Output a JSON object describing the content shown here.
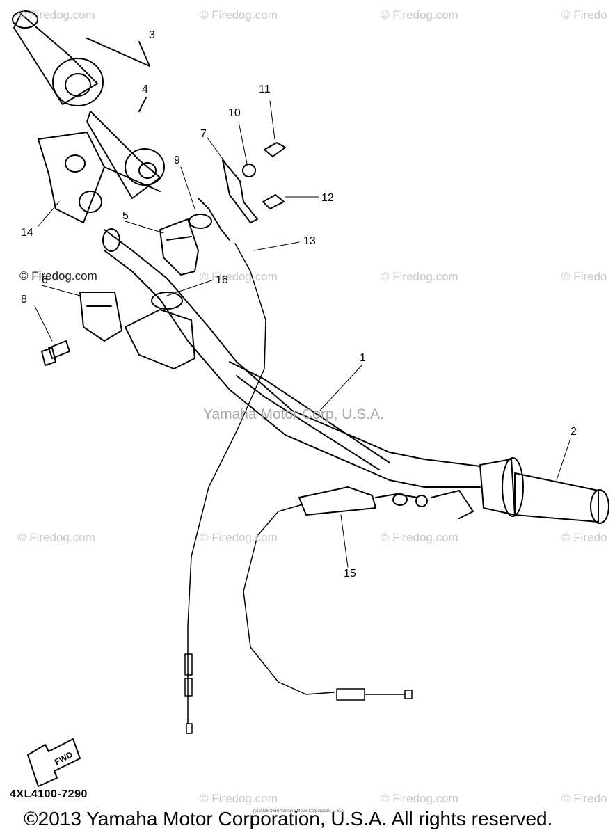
{
  "watermark": "© Firedog.com",
  "watermark_short": "© Firedo",
  "watermark_inline": "© Firedog.com",
  "center_watermark": "Yamaha Motor Corp, U.S.A.",
  "callouts": {
    "c1": "1",
    "c2": "2",
    "c3": "3",
    "c4": "4",
    "c5": "5",
    "c6": "6",
    "c7": "7",
    "c8": "8",
    "c9": "9",
    "c10": "10",
    "c11": "11",
    "c12": "12",
    "c13": "13",
    "c14": "14",
    "c15": "15",
    "c16": "16"
  },
  "fwd_label": "FWD",
  "part_number": "4XL4100-7290",
  "small_copyright": "(c) 2006-2016 Yamaha Motor Corporation, U.S.A.",
  "footer": "©2013 Yamaha Motor Corporation, U.S.A. All rights reserved."
}
